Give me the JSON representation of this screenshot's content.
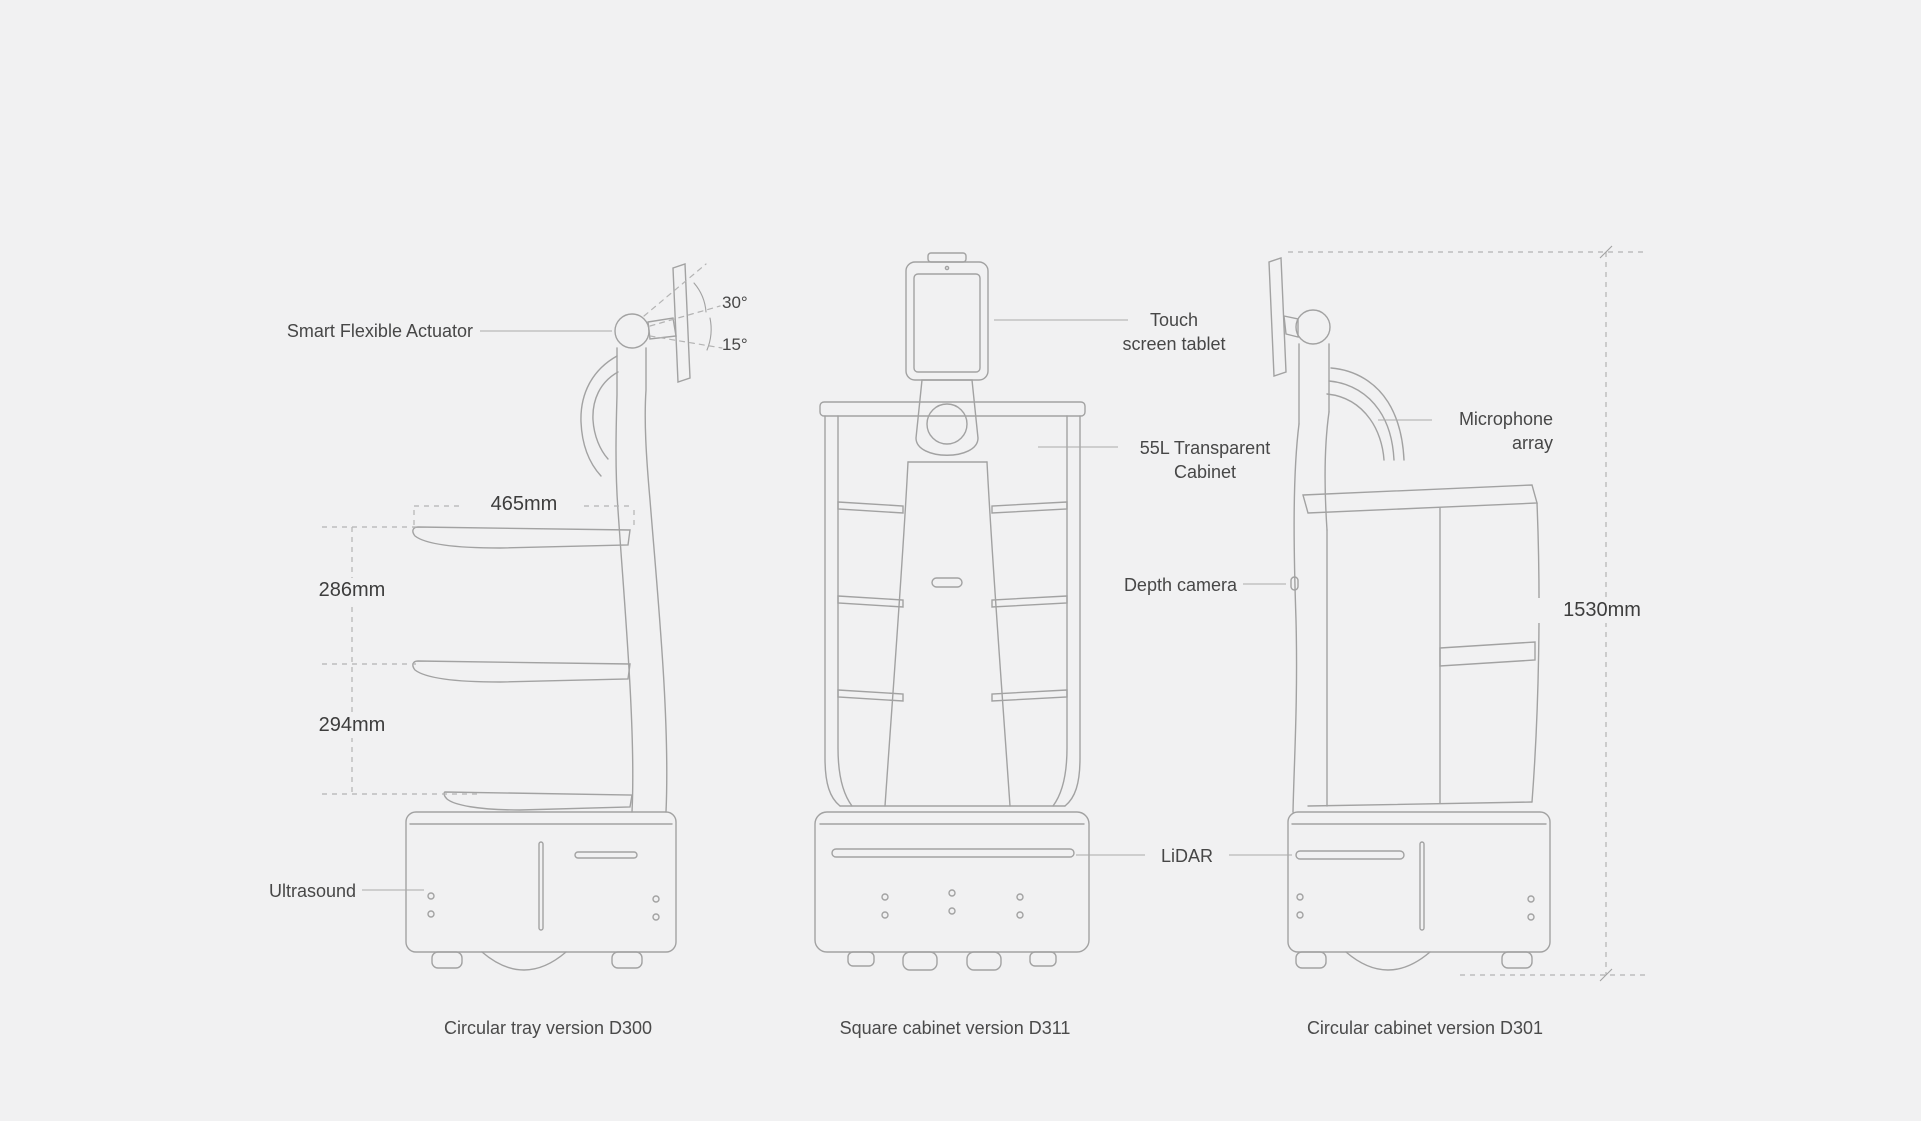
{
  "colors": {
    "background": "#f1f1f2",
    "line": "#a2a2a2",
    "leader": "#ababab",
    "dashed": "#b4b4b4",
    "text": "#474747"
  },
  "robots": {
    "d300": {
      "caption": "Circular tray version D300",
      "actuator_label": "Smart Flexible Actuator",
      "angle_upper": "30°",
      "angle_lower": "15°",
      "ultrasound_label": "Ultrasound",
      "dim_tray_width": "465mm",
      "dim_gap_upper": "286mm",
      "dim_gap_lower": "294mm"
    },
    "d311": {
      "caption": "Square cabinet version D311",
      "tablet_label": {
        "line1": "Touch",
        "line2": "screen tablet"
      },
      "cabinet_label": {
        "line1": "55L Transparent",
        "line2": "Cabinet"
      },
      "depth_camera_label": "Depth camera",
      "lidar_label": "LiDAR"
    },
    "d301": {
      "caption": "Circular cabinet version D301",
      "microphone_label": {
        "line1": "Microphone",
        "line2": "array"
      },
      "dim_height": "1530mm"
    }
  }
}
